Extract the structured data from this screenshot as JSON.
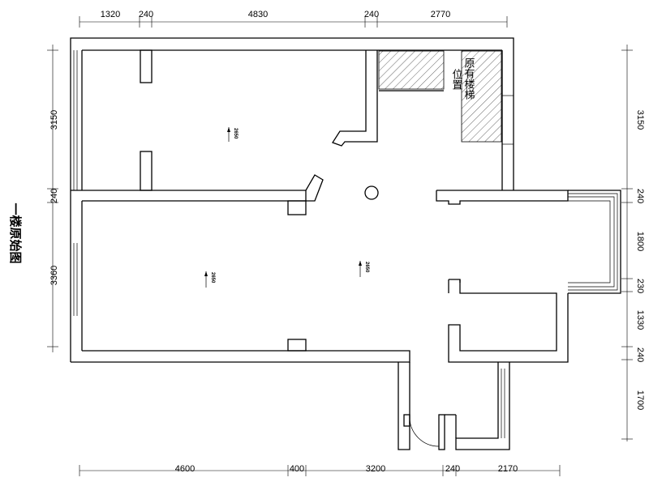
{
  "title": "一楼原始图",
  "stair_note": [
    "原有楼梯",
    "位置"
  ],
  "dimensions": {
    "top": [
      "1320",
      "240",
      "4830",
      "240",
      "2770"
    ],
    "bottom": [
      "4600",
      "400",
      "3200",
      "240",
      "2170"
    ],
    "left": [
      "3150",
      "240",
      "3360"
    ],
    "right": [
      "3150",
      "240",
      "1800",
      "230",
      "1330",
      "240",
      "1700"
    ]
  },
  "ceiling_heights": [
    "2650",
    "2650",
    "2650"
  ]
}
